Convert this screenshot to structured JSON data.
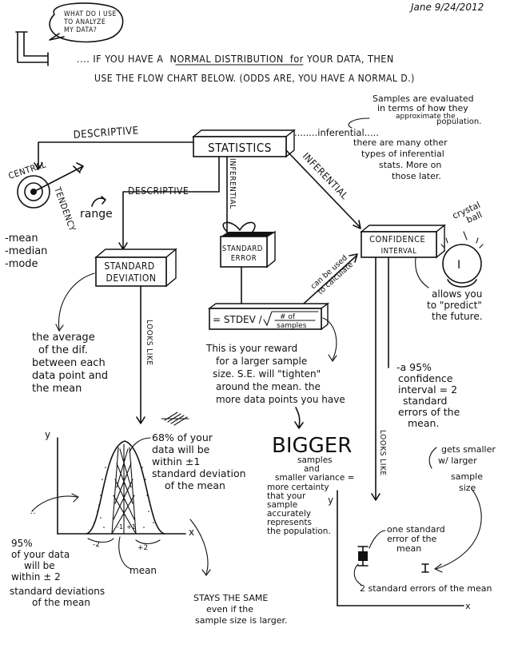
{
  "header": {
    "date": "Jane 9/24/2012",
    "bubble_lines": [
      "WHAT DO I USE",
      "TO ANALYZE",
      "MY DATA?"
    ],
    "intro_line1_pre": ".... IF YOU HAVE A",
    "intro_line1_underlined": "NORMAL DISTRIBUTION",
    "intro_line1_post": "for YOUR DATA, THEN",
    "intro_line2": "USE THE FLOW CHART BELOW. (ODDS ARE, YOU HAVE A NORMAL D.)"
  },
  "nodes": {
    "statistics": "STATISTICS",
    "standard_deviation": [
      "STANDARD",
      "DEVIATION"
    ],
    "standard_error": [
      "STANDARD",
      "ERROR"
    ],
    "confidence_interval": [
      "CONFIDENCE",
      "INTERVAL"
    ],
    "formula_left": "= STDEV /",
    "formula_num": "# of",
    "formula_den": "samples"
  },
  "edge_labels": {
    "descriptive_top": "DESCRIPTIVE",
    "descriptive_mid": "DESCRIPTIVE",
    "inferential_vertical": "INFERENTIAL",
    "inferential_diag": "INFERENTIAL",
    "inferential_dotted": "........inferential.....",
    "central_tendency": "CENTRAL TENDENCY",
    "looks_like_left": "LOOKS LIKE",
    "looks_like_right": "LOOKS LIKE",
    "can_be_used": [
      "can be used",
      "to calculate"
    ]
  },
  "notes": {
    "samples_evaluated": [
      "Samples are evaluated",
      "in terms of how they",
      "approximate the",
      "population."
    ],
    "many_types": [
      "there are many other",
      "types of inferential",
      "stats. More on",
      "those later."
    ],
    "crystal_ball": [
      "crystal",
      "ball"
    ],
    "allows_predict": [
      "allows you",
      "to \"predict\"",
      "the future."
    ],
    "range": "range",
    "tendency_list": [
      "-mean",
      "-median",
      "-mode"
    ],
    "sd_definition": [
      "the average",
      "of the dif.",
      "between each",
      "data point and",
      "the mean"
    ],
    "reward": [
      "This is your reward",
      "for a larger sample",
      "size. S.E. will \"tighten\"",
      "around the mean. the",
      "more data points you have"
    ],
    "ci_95": [
      "-a 95%",
      "confidence",
      "interval = 2",
      "standard",
      "errors of the",
      "mean."
    ],
    "bigger_title": "BIGGER",
    "bigger_lines": [
      "samples",
      "and",
      "smaller variance =",
      "more certainty",
      "that your",
      "sample",
      "accurately",
      "represents",
      "the population."
    ],
    "pct68": [
      "68% of your",
      "data will be",
      "within ±1",
      "standard deviation",
      "of the mean"
    ],
    "pct95": [
      "95%",
      "of your data",
      "will be",
      "within ± 2",
      "standard deviations",
      "of the mean"
    ],
    "mean_label": "mean",
    "stays_same": [
      "STAYS THE SAME",
      "even if the",
      "sample size is larger."
    ],
    "gets_smaller": [
      "gets smaller",
      "w/ larger",
      "sample",
      "size"
    ],
    "one_se": [
      "one standard",
      "error of the",
      "mean"
    ],
    "two_se": "2 standard errors of the mean"
  },
  "bell_axes": {
    "y_label": "y",
    "x_label": "x",
    "ticks": [
      "-2",
      "-1",
      "+1",
      "+2"
    ]
  },
  "se_axes": {
    "y_label": "y",
    "x_label": "x"
  }
}
